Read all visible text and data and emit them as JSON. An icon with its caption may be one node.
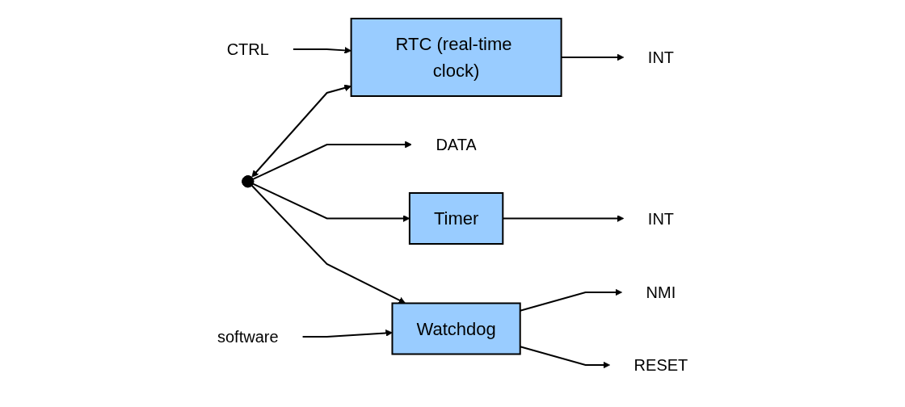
{
  "diagram": {
    "nodes": [
      {
        "text": [
          "CTRL"
        ]
      },
      {
        "text": [
          "RTC (real-time clock)"
        ]
      },
      {
        "text": [
          "INT"
        ]
      },
      {
        "text": [
          "DATA"
        ]
      },
      {
        "text": [],
        "shape": "circle"
      },
      {
        "text": [
          "Timer"
        ]
      },
      {
        "text": [
          "INT"
        ]
      },
      {
        "text": [
          "Watchdog"
        ]
      },
      {
        "text": [
          "NMI"
        ]
      },
      {
        "text": [
          "software"
        ]
      },
      {
        "text": [
          "RESET"
        ]
      }
    ],
    "edges": [
      {
        "from": 0,
        "to": 1,
        "arrow": "to"
      },
      {
        "from": 1,
        "to": 2,
        "arrow": "to"
      },
      {
        "from": 4,
        "to": 1,
        "arrow": "both"
      },
      {
        "from": 4,
        "to": 3,
        "arrow": "to"
      },
      {
        "from": 4,
        "to": 5,
        "arrow": "to"
      },
      {
        "from": 5,
        "to": 6,
        "arrow": "to"
      },
      {
        "from": 4,
        "to": 7,
        "arrow": "to"
      },
      {
        "from": 7,
        "to": 8,
        "arrow": "to"
      },
      {
        "from": 9,
        "to": 7,
        "arrow": "to"
      },
      {
        "from": 7,
        "to": 10,
        "arrow": "to"
      }
    ]
  }
}
